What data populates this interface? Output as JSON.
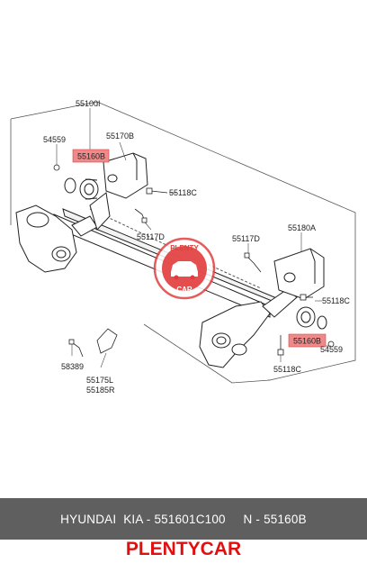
{
  "diagram": {
    "parts": {
      "axle_assembly": "55100I",
      "bracket_left": "55170B",
      "bracket_right": "55180A",
      "bushing_left": "55160B",
      "bushing_right": "55160B",
      "nut_left": "54559",
      "nut_right": "54559",
      "bolt_left": "55118C",
      "bolt_right_upper": "55118C",
      "bolt_right_lower": "55118C",
      "bolt_center_left": "55117D",
      "bolt_center_right": "55117D",
      "bolt_small": "58389",
      "bracket_abs_l": "55175L",
      "bracket_abs_r": "55185R"
    },
    "watermark": {
      "top": "PLENTY",
      "bottom": "CAR"
    },
    "highlight_color": "#f08a8a"
  },
  "footer": {
    "info": "HYUNDAI  KIA - 551601C100     N - 55160B",
    "brand": "PLENTYCAR"
  }
}
